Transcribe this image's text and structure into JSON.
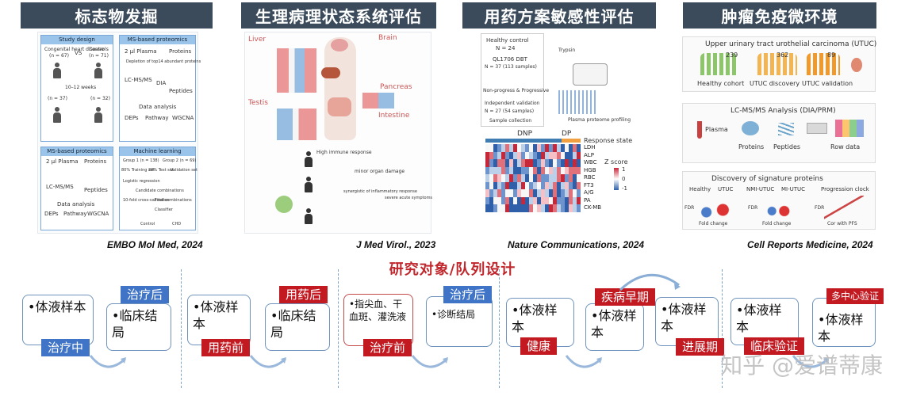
{
  "headers": [
    {
      "text": "标志物发掘"
    },
    {
      "text": "生理病理状态系统评估"
    },
    {
      "text": "用药方案敏感性评估"
    },
    {
      "text": "肿瘤免疫微环境"
    }
  ],
  "panel1": {
    "study_design": "Study design",
    "ms_proteomics": "MS-based proteomics",
    "congenital": "Congenital heart disease",
    "n_left": "(n = 67)",
    "vs": "VS",
    "controls": "Controls",
    "n_right": "(n = 71)",
    "weeks": "10–12 weeks",
    "n_left2": "(n = 37)",
    "n_right2": "(n = 32)",
    "plasma": "2 μl Plasma",
    "proteins": "Proteins",
    "depletion": "Depletion of top14 abundant proteins",
    "lcms": "LC-MS/MS",
    "dia": "DIA",
    "peptides": "Peptides",
    "data_analysis": "Data analysis",
    "deps": "DEPs",
    "pathway": "Pathway",
    "wgcna": "WGCNA",
    "ml": "Machine learning",
    "group1": "Group 1 (n = 138)",
    "group2": "Group 2 (n = 69)",
    "training": "80% Training set",
    "test": "20% Test set",
    "validation": "Validation set",
    "logistic": "Logistic regression",
    "candidate": "Candidate combinations",
    "final": "Final combinations",
    "cv": "10-fold cross-validation",
    "classifier": "Classifier",
    "control": "Control",
    "chd": "CHD"
  },
  "panel2": {
    "liver": "Liver",
    "brain": "Brain",
    "testis": "Testis",
    "pancreas": "Pancreas",
    "intestine": "Intestine",
    "immune": "High immune response",
    "organ": "minor organ damage",
    "inflam": "synergistic of inflammatory response",
    "severe": "severe acute symptoms"
  },
  "panel3": {
    "healthy": "Healthy control",
    "n24": "N = 24",
    "ql": "QL1706 DBT",
    "n37": "N = 37 (113 samples)",
    "nonprog": "Non-progress & Progressive",
    "indep": "Independent validation",
    "n27": "N = 27 (54 samples)",
    "collection": "Sample collection",
    "profiling": "Plasma proteome profiling",
    "trypsin": "Trypsin",
    "dnp": "DNP",
    "dp": "DP",
    "response": "Response state",
    "zscore": "Z score",
    "z_max": "1",
    "z_mid": "0",
    "z_min": "-1",
    "markers": [
      "LDH",
      "ALP",
      "WBC",
      "HGB",
      "RBC",
      "FT3",
      "A/G",
      "PA",
      "CK-MB"
    ]
  },
  "panel4": {
    "title1": "Upper urinary tract urothelial carcinoma (UTUC)",
    "c1_num": "239",
    "c2_num": "362",
    "c3_num": "89",
    "c1_label": "Healthy cohort",
    "c2_label": "UTUC discovery",
    "c3_label": "UTUC validation",
    "title2": "LC-MS/MS Analysis (DIA/PRM)",
    "plasma": "Plasma",
    "proteins": "Proteins",
    "peptides": "Peptides",
    "rowdata": "Row data",
    "title3": "Discovery of signature proteins",
    "v1": "Healthy",
    "v1b": "UTUC",
    "v2": "NMI-UTUC",
    "v2b": "MI-UTUC",
    "v3": "Progression clock",
    "fdr": "FDR",
    "fold": "Fold change",
    "cor": "Cor with PFS"
  },
  "citations": [
    {
      "text": "EMBO Mol Med, 2024"
    },
    {
      "text": "J Med Virol., 2023"
    },
    {
      "text": "Nature Communications, 2024"
    },
    {
      "text": "Cell Reports Medicine, 2024"
    }
  ],
  "section_title": "研究对象/队列设计",
  "cohort": {
    "g1": {
      "box1": "•体液样本",
      "box2": "•临床结局",
      "tag_mid": "治疗中",
      "tag_top": "治疗后"
    },
    "g2": {
      "box1": "•体液样本",
      "box2": "•临床结局",
      "tag_mid": "用药前",
      "tag_top": "用药后"
    },
    "g3": {
      "box1": "•指尖血、干血斑、灌洗液",
      "box2": "•诊断结局",
      "tag_mid": "治疗前",
      "tag_top": "治疗后"
    },
    "g4": {
      "box1": "•体液样本",
      "box2": "•体液样本",
      "box3": "•体液样本",
      "tag_a": "健康",
      "tag_b": "疾病早期",
      "tag_c": "进展期"
    },
    "g5": {
      "box1": "•体液样本",
      "box2": "•体液样本",
      "tag_a": "临床验证",
      "tag_b": "多中心验证"
    }
  },
  "watermark": "知乎 @爱谱蒂康",
  "colors": {
    "header_bg": "#3b4b5b",
    "accent_red": "#c31a22",
    "accent_blue": "#3f74c6",
    "title_red": "#c0272d"
  }
}
